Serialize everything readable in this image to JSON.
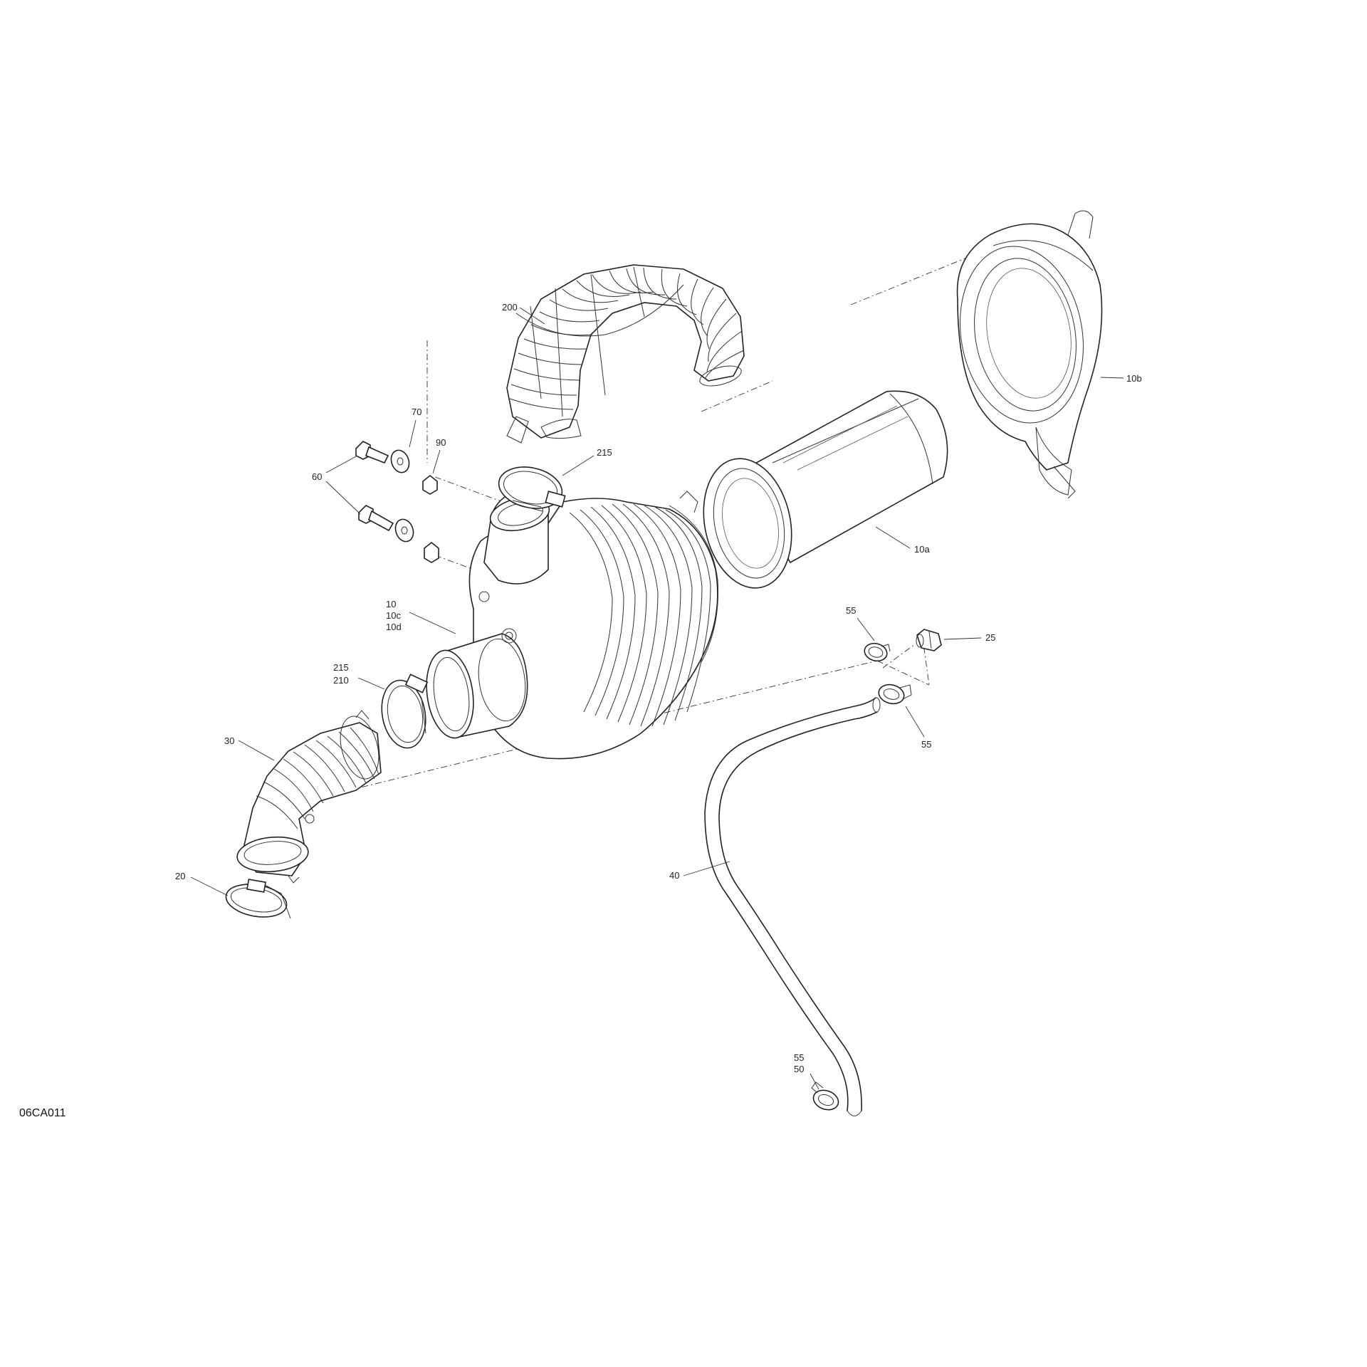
{
  "drawing_code": "06CA011",
  "callouts": {
    "c200": "200",
    "c10b": "10b",
    "c70": "70",
    "c90": "90",
    "c60": "60",
    "c215_top": "215",
    "c10a": "10a",
    "c10": "10",
    "c10c": "10c",
    "c10d": "10d",
    "c55_a": "55",
    "c25": "25",
    "c215_left": "215",
    "c210": "210",
    "c55_b": "55",
    "c30": "30",
    "c20": "20",
    "c40": "40",
    "c55_c": "55",
    "c50": "50"
  }
}
